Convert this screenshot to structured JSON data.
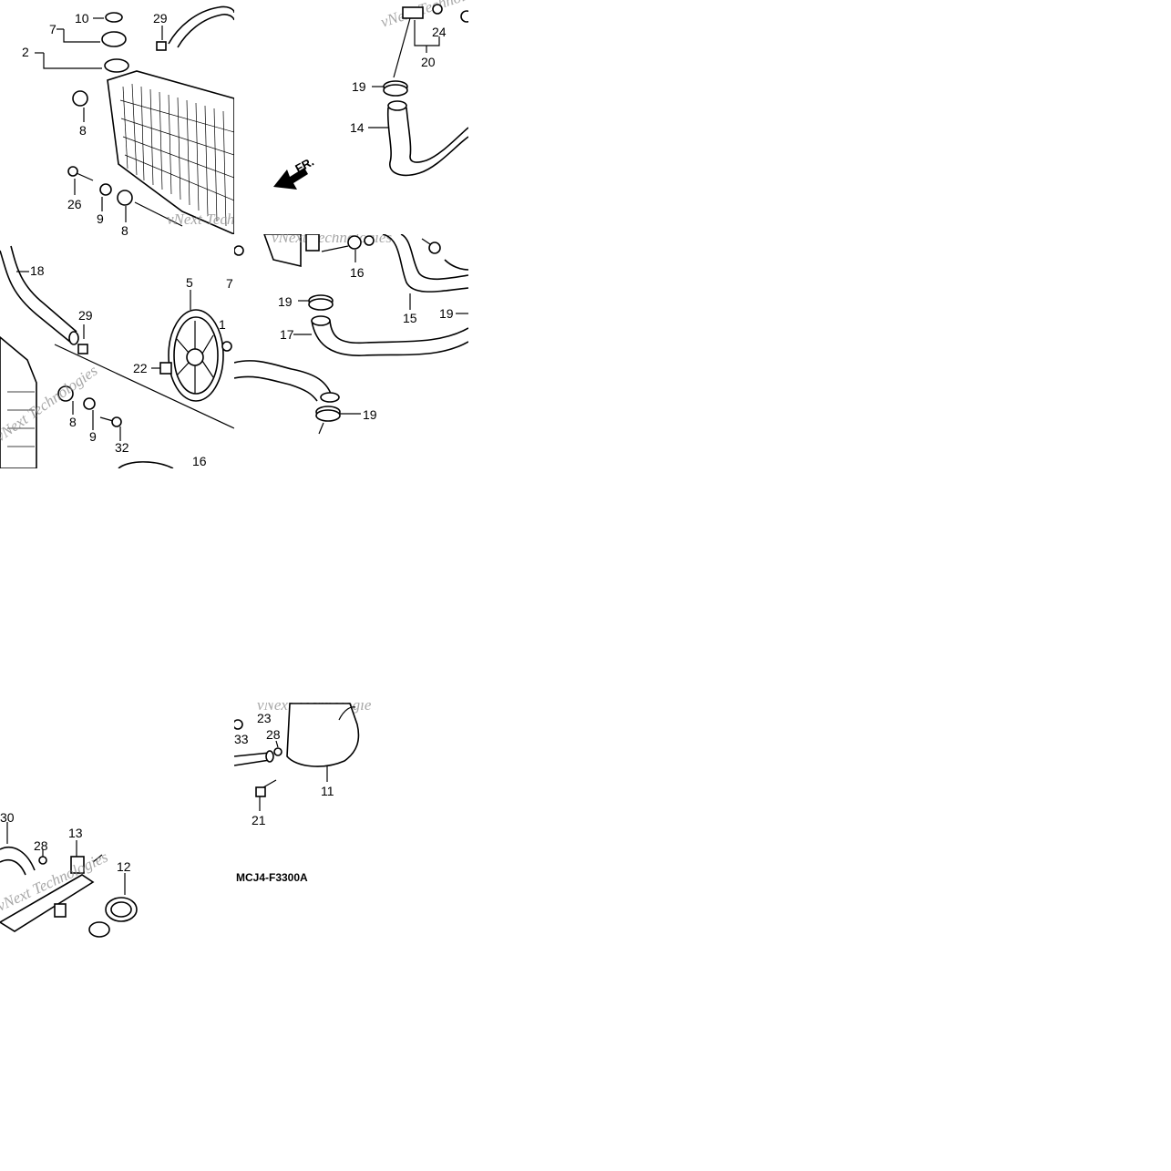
{
  "diagram": {
    "code": "MCJ4-F3300A",
    "direction": "FR.",
    "watermark": "vNext Technologies",
    "callouts": {
      "c2": "2",
      "c7": "7",
      "c10": "10",
      "c29a": "29",
      "c8a": "8",
      "c26": "26",
      "c9a": "9",
      "c8b": "8",
      "c24": "24",
      "c20": "20",
      "c19a": "19",
      "c14": "14",
      "c18": "18",
      "c29b": "29",
      "c5": "5",
      "c7b": "7",
      "c1": "1",
      "c22": "22",
      "c8c": "8",
      "c9b": "9",
      "c32": "32",
      "c16b": "16",
      "c16": "16",
      "c19b": "19",
      "c15": "15",
      "c19c": "19",
      "c17": "17",
      "c19d": "19",
      "c23": "23",
      "c33": "33",
      "c28b": "28",
      "c11": "11",
      "c21": "21",
      "c30": "30",
      "c28a": "28",
      "c13": "13",
      "c12": "12"
    }
  }
}
